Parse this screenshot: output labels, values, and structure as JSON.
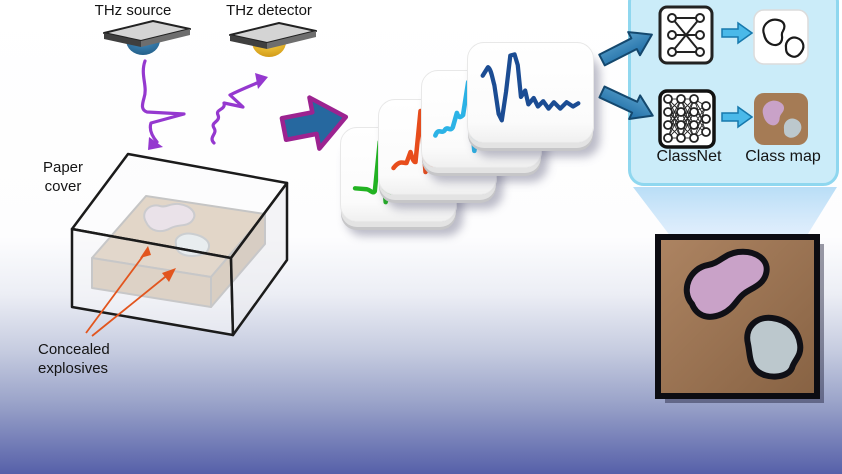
{
  "labels": {
    "source": "THz source",
    "detector": "THz detector",
    "paper_cover": "Paper cover",
    "concealed": "Concealed explosives",
    "classnet": "ClassNet",
    "classmap": "Class map"
  },
  "icons": {
    "thz_source": "emitter-plate-with-blue-lens-icon",
    "thz_detector": "detector-plate-with-yellow-lens-icon",
    "emitted_pulse": "purple-pulse-down-arrow-icon",
    "reflected_pulse": "purple-pulse-up-arrow-icon",
    "flow_arrow": "large-blue-right-arrow-icon",
    "stack_arrows": "blue-branch-arrows-icon",
    "segnet": "sparse-crossed-network-icon",
    "classnet": "dense-neural-network-icon",
    "segmap": "blob-outline-map-icon",
    "classmap": "colored-blob-map-icon",
    "zoom_funnel": "magnifier-funnel-shape",
    "concealed_pointers": "orange-pointer-arrows-icon"
  },
  "colors": {
    "signal_green": "#22b322",
    "signal_orange": "#e84d1c",
    "signal_cyan": "#2cb3e6",
    "signal_blue": "#1b4c93",
    "pulse_purple": "#9538cf",
    "pointer_orange": "#e2551e",
    "flow_arrow_fill": "#26689f",
    "flow_arrow_outline": "#9c2390",
    "stack_arrow_dark": "#14486e",
    "panel_fill": "#cbecf9",
    "panel_border": "#8fd7ef",
    "map_brown": "#a57b55",
    "blob_pink": "#c9a2c8",
    "blob_gray": "#bcc8cd",
    "lens_blue": "#2a6c9c",
    "lens_yellow": "#e9b321",
    "background_bottom": "#5660a9"
  }
}
